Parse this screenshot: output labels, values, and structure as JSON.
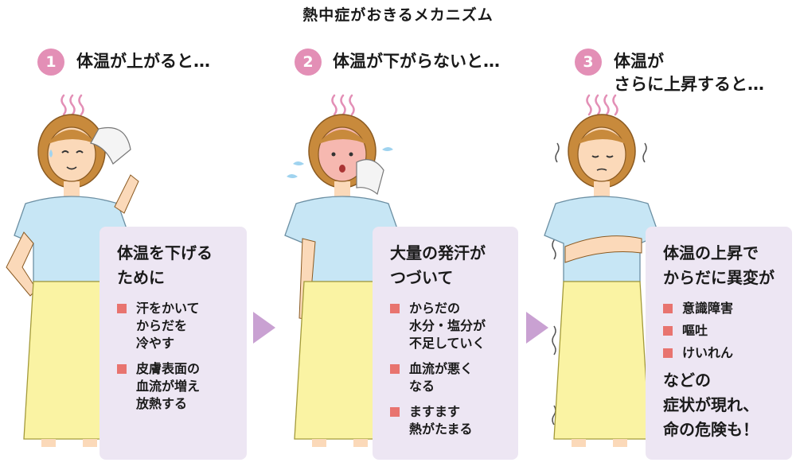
{
  "title": "熱中症がおきるメカニズム",
  "colors": {
    "badge": "#e38fb6",
    "box_bg": "#ede6f3",
    "bullet": "#e8746f",
    "arrow": "#c9a1d2",
    "blouse": "#c7e6f5",
    "skirt": "#faf3a3",
    "hair": "#c88a3c",
    "skin": "#fbd9b9"
  },
  "steps": [
    {
      "number": "1",
      "title": "体温が上がると…",
      "heading": "体温を下げる\nために",
      "bullets": [
        "汗をかいて\nからだを\n冷やす",
        "皮膚表面の\n血流が増え\n放熱する"
      ],
      "footer": ""
    },
    {
      "number": "2",
      "title": "体温が下がらないと…",
      "heading": "大量の発汗が\nつづいて",
      "bullets": [
        "からだの\n水分・塩分が\n不足していく",
        "血流が悪く\nなる",
        "ますます\n熱がたまる"
      ],
      "footer": ""
    },
    {
      "number": "3",
      "title": "体温が\nさらに上昇すると…",
      "heading": "体温の上昇で\nからだに異変が",
      "bullets": [
        "意識障害",
        "嘔吐",
        "けいれん"
      ],
      "footer": "などの\n症状が現れ、\n命の危険も！"
    }
  ]
}
